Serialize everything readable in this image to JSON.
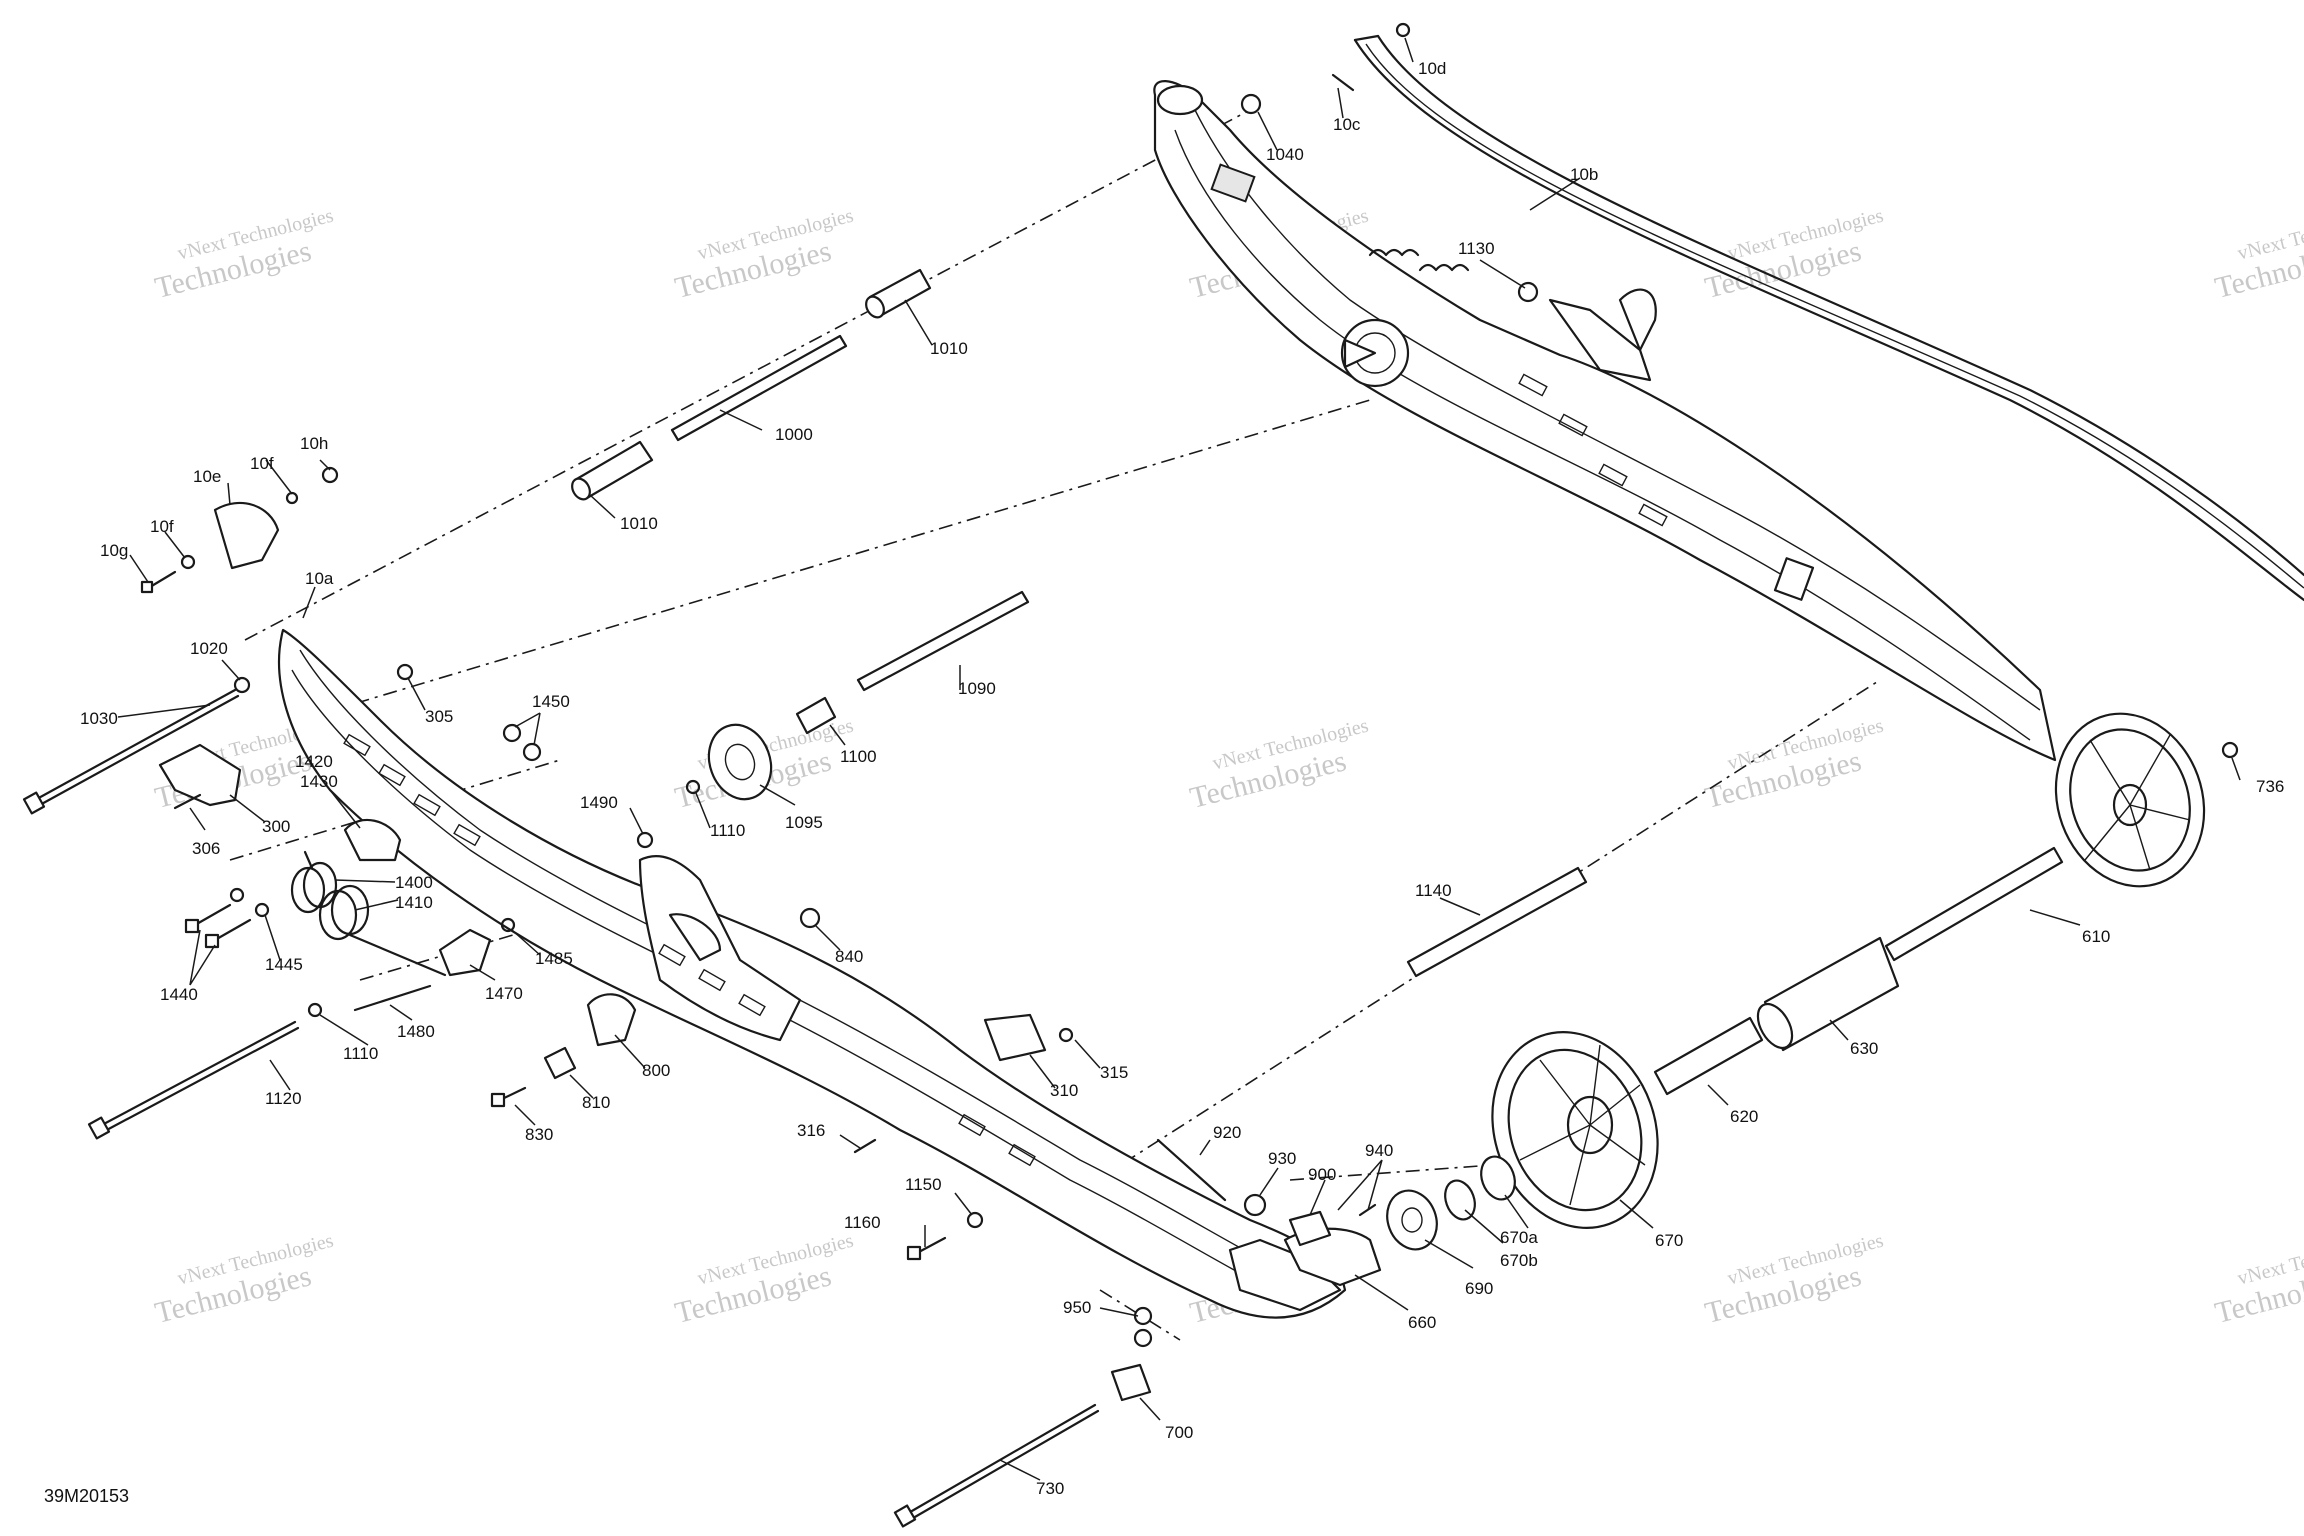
{
  "figure": {
    "id": "39M20153"
  },
  "watermark": {
    "line1": "vNext Technologies",
    "line2": "Technologies"
  },
  "callouts": [
    {
      "id": "10d",
      "text": "10d"
    },
    {
      "id": "10c",
      "text": "10c"
    },
    {
      "id": "1040",
      "text": "1040"
    },
    {
      "id": "10b",
      "text": "10b"
    },
    {
      "id": "1130",
      "text": "1130"
    },
    {
      "id": "1010a",
      "text": "1010"
    },
    {
      "id": "1000",
      "text": "1000"
    },
    {
      "id": "10h",
      "text": "10h"
    },
    {
      "id": "10f1",
      "text": "10f"
    },
    {
      "id": "10e",
      "text": "10e"
    },
    {
      "id": "10f2",
      "text": "10f"
    },
    {
      "id": "10g",
      "text": "10g"
    },
    {
      "id": "1010b",
      "text": "1010"
    },
    {
      "id": "10a",
      "text": "10a"
    },
    {
      "id": "1020",
      "text": "1020"
    },
    {
      "id": "1030",
      "text": "1030"
    },
    {
      "id": "305",
      "text": "305"
    },
    {
      "id": "1450",
      "text": "1450"
    },
    {
      "id": "1420",
      "text": "1420"
    },
    {
      "id": "1430",
      "text": "1430"
    },
    {
      "id": "306",
      "text": "306"
    },
    {
      "id": "300",
      "text": "300"
    },
    {
      "id": "1090",
      "text": "1090"
    },
    {
      "id": "1100",
      "text": "1100"
    },
    {
      "id": "1490",
      "text": "1490"
    },
    {
      "id": "1110a",
      "text": "1110"
    },
    {
      "id": "1095",
      "text": "1095"
    },
    {
      "id": "1400",
      "text": "1400"
    },
    {
      "id": "1410",
      "text": "1410"
    },
    {
      "id": "1445",
      "text": "1445"
    },
    {
      "id": "1485",
      "text": "1485"
    },
    {
      "id": "1440",
      "text": "1440"
    },
    {
      "id": "1470",
      "text": "1470"
    },
    {
      "id": "840",
      "text": "840"
    },
    {
      "id": "1480",
      "text": "1480"
    },
    {
      "id": "1110b",
      "text": "1110"
    },
    {
      "id": "800",
      "text": "800"
    },
    {
      "id": "1120",
      "text": "1120"
    },
    {
      "id": "810",
      "text": "810"
    },
    {
      "id": "830",
      "text": "830"
    },
    {
      "id": "310",
      "text": "310"
    },
    {
      "id": "315",
      "text": "315"
    },
    {
      "id": "316",
      "text": "316"
    },
    {
      "id": "1150",
      "text": "1150"
    },
    {
      "id": "1160",
      "text": "1160"
    },
    {
      "id": "920",
      "text": "920"
    },
    {
      "id": "930",
      "text": "930"
    },
    {
      "id": "940",
      "text": "940"
    },
    {
      "id": "900",
      "text": "900"
    },
    {
      "id": "690",
      "text": "690"
    },
    {
      "id": "670b",
      "text": "670b"
    },
    {
      "id": "670a",
      "text": "670a"
    },
    {
      "id": "670",
      "text": "670"
    },
    {
      "id": "660",
      "text": "660"
    },
    {
      "id": "950",
      "text": "950"
    },
    {
      "id": "700",
      "text": "700"
    },
    {
      "id": "730",
      "text": "730"
    },
    {
      "id": "1140",
      "text": "1140"
    },
    {
      "id": "610",
      "text": "610"
    },
    {
      "id": "630",
      "text": "630"
    },
    {
      "id": "620",
      "text": "620"
    },
    {
      "id": "736",
      "text": "736"
    }
  ]
}
